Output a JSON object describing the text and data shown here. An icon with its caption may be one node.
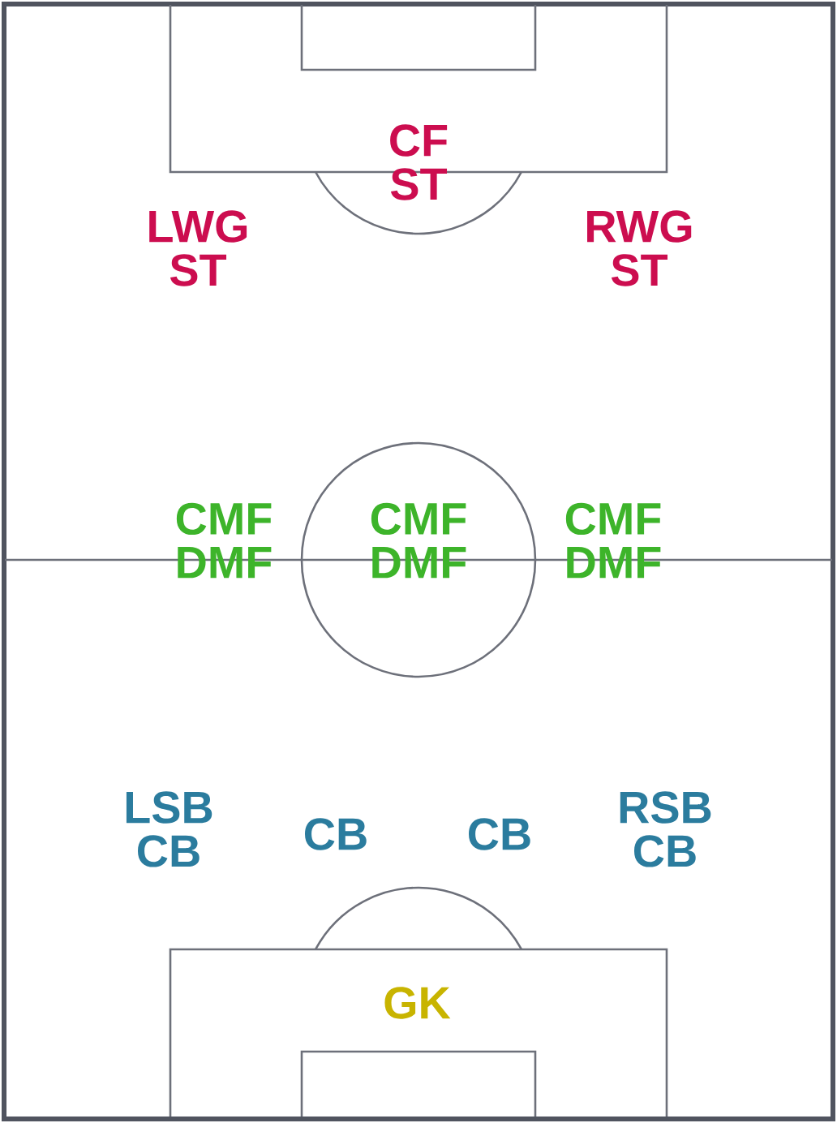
{
  "diagram": {
    "labels": [
      "CF ST",
      "LWG ST",
      "RWG ST",
      "CMF DMF",
      "CMF DMF",
      "CMF DMF",
      "LSB CB",
      "CB",
      "CB",
      "RSB CB",
      "GK"
    ]
  }
}
